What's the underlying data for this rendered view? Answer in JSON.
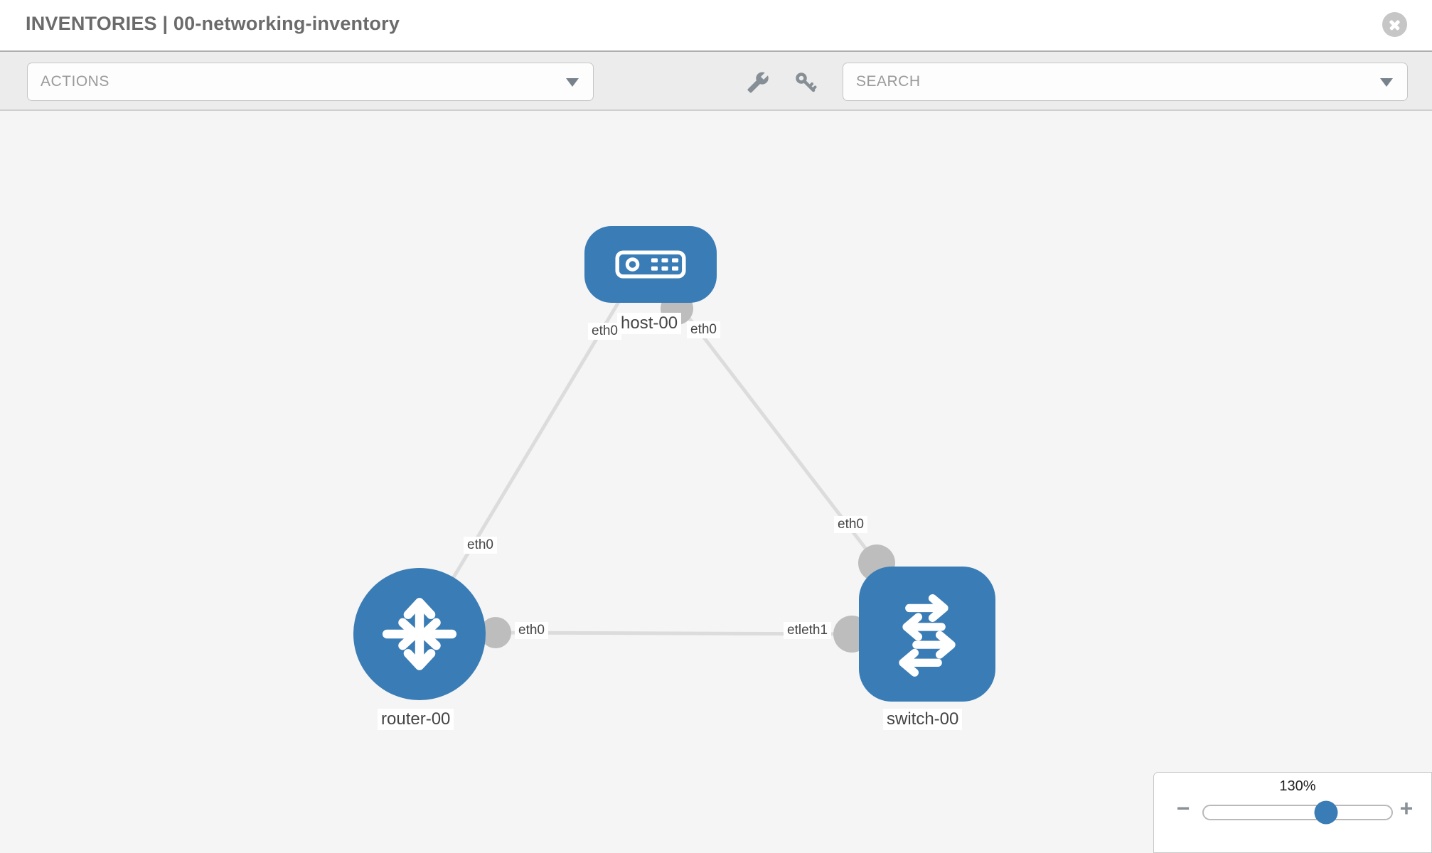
{
  "colors": {
    "node_blue": "#3a7cb5",
    "link_gray": "#dcdcdc",
    "port_gray": "#bdbdbd",
    "toolbar_bg": "#ececec",
    "canvas_bg": "#f5f5f5"
  },
  "header": {
    "title": "INVENTORIES | 00-networking-inventory",
    "close_icon": "x-circle"
  },
  "toolbar": {
    "actions_placeholder": "ACTIONS",
    "search_placeholder": "SEARCH",
    "icons": [
      "wrench-icon",
      "key-icon"
    ]
  },
  "diagram": {
    "nodes": [
      {
        "label": "host-00",
        "type": "host",
        "icon": "server-icon"
      },
      {
        "label": "router-00",
        "type": "router",
        "icon": "router-arrows-icon"
      },
      {
        "label": "switch-00",
        "type": "switch",
        "icon": "switch-arrows-icon"
      }
    ],
    "links": [
      {
        "from": "host-00",
        "from_port": "eth0",
        "to": "router-00",
        "to_port": "eth0"
      },
      {
        "from": "host-00",
        "from_port": "eth0",
        "to": "switch-00",
        "to_port": "eth0"
      },
      {
        "from": "router-00",
        "from_port": "eth0",
        "to": "switch-00",
        "to_port": "eth1"
      }
    ],
    "port_chips": [
      {
        "text": "eth0",
        "near": "host-00 left"
      },
      {
        "text": "eth0",
        "near": "host-00 right"
      },
      {
        "text": "eth0",
        "near": "router-00 top link"
      },
      {
        "text": "eth0",
        "near": "switch-00 top link"
      },
      {
        "text": "eth0",
        "near": "router-00 right"
      },
      {
        "text": "etleth1",
        "near": "switch-00 left (overlapping labels)"
      }
    ]
  },
  "zoom_control": {
    "level": "130%",
    "minus_label": "−",
    "plus_label": "+",
    "thumb_position_pct": 65
  }
}
